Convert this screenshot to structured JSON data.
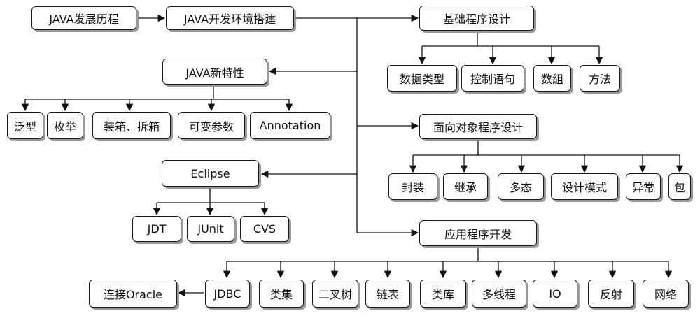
{
  "nodes": {
    "java_history": "JAVA发展历程",
    "java_env": "JAVA开发环境搭建",
    "basic": "基础程序设计",
    "data_types": "数据类型",
    "control": "控制语句",
    "arrays": "数組",
    "methods": "方法",
    "new_features": "JAVA新特性",
    "generics": "泛型",
    "enum": "枚举",
    "boxing": "装箱、拆箱",
    "varargs": "可变参数",
    "annotation": "Annotation",
    "oop": "面向对象程序设计",
    "encapsulation": "封装",
    "inheritance": "继承",
    "polymorphism": "多态",
    "patterns": "设计模式",
    "exceptions": "异常",
    "packages": "包",
    "eclipse": "Eclipse",
    "jdt": "JDT",
    "junit": "JUnit",
    "cvs": "CVS",
    "app_dev": "应用程序开发",
    "connect_oracle": "连接Oracle",
    "jdbc": "JDBC",
    "collections": "类集",
    "binary_tree": "二叉树",
    "linked_list": "链表",
    "class_library": "类库",
    "threads": "多线程",
    "io": "IO",
    "reflection": "反射",
    "network": "网络"
  }
}
